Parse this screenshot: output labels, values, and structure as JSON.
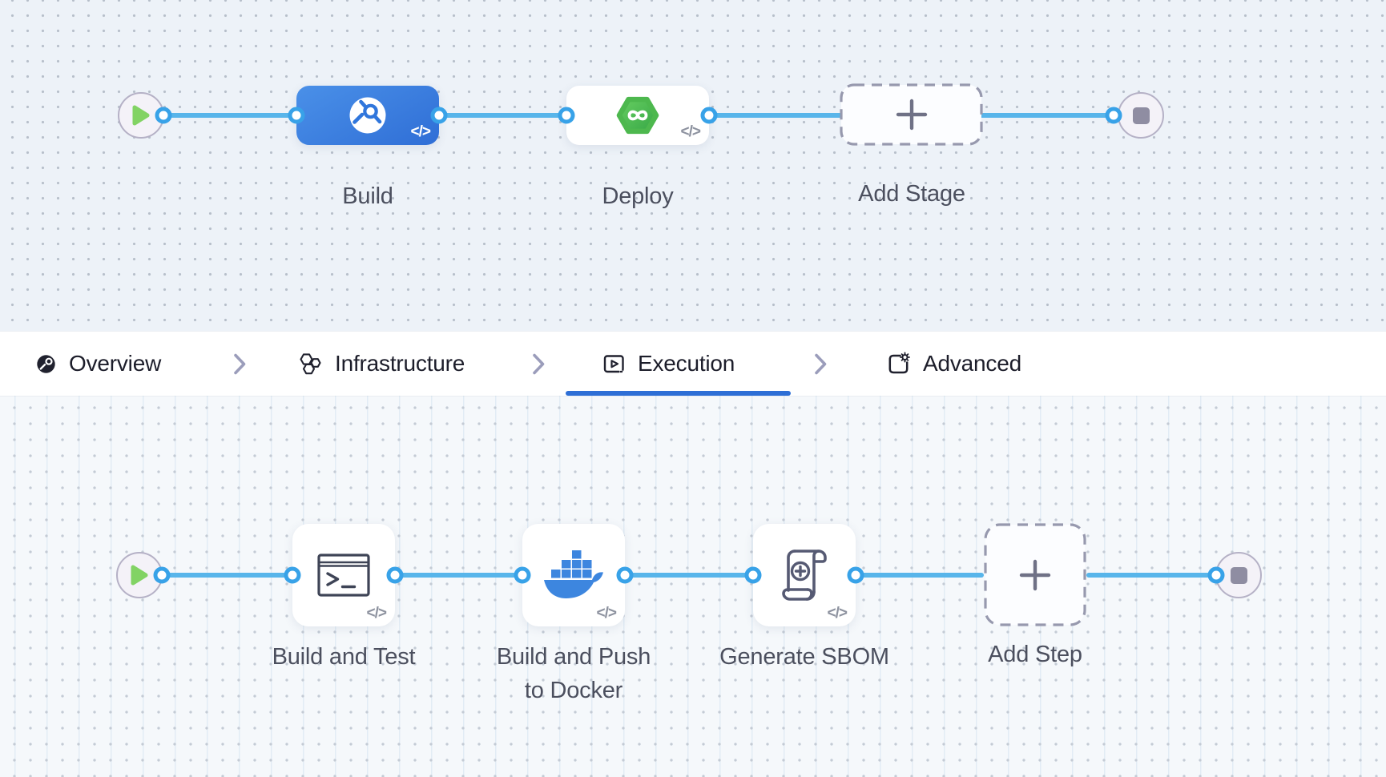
{
  "stage_canvas": {
    "stages": [
      {
        "label": "Build",
        "icon": "harness-ci-icon",
        "selected": true,
        "code_badge": "</>"
      },
      {
        "label": "Deploy",
        "icon": "harness-cd-icon",
        "selected": false,
        "code_badge": "</>"
      },
      {
        "label": "Add Stage",
        "icon": "plus-icon",
        "selected": false
      }
    ],
    "start_node": "start",
    "end_node": "stop"
  },
  "tab_bar": {
    "separator": "chevron-right",
    "tabs": [
      {
        "label": "Overview",
        "icon": "overview-icon",
        "active": false
      },
      {
        "label": "Infrastructure",
        "icon": "infrastructure-icon",
        "active": false
      },
      {
        "label": "Execution",
        "icon": "execution-icon",
        "active": true
      },
      {
        "label": "Advanced",
        "icon": "advanced-icon",
        "active": false
      }
    ]
  },
  "execution_canvas": {
    "steps": [
      {
        "label": "Build and Test",
        "line1": "Build and Test",
        "line2": "",
        "icon": "terminal-icon",
        "code_badge": "</>"
      },
      {
        "label": "Build and Push to Docker",
        "line1": "Build and Push",
        "line2": "to Docker",
        "icon": "docker-icon",
        "code_badge": "</>"
      },
      {
        "label": "Generate SBOM",
        "line1": "Generate SBOM",
        "line2": "",
        "icon": "scroll-plus-icon",
        "code_badge": "</>"
      },
      {
        "label": "Add Step",
        "line1": "Add Step",
        "line2": "",
        "icon": "plus-icon"
      }
    ],
    "start_node": "start",
    "end_node": "stop"
  },
  "colors": {
    "selected_stage_gradient_start": "#4a90e8",
    "selected_stage_gradient_end": "#2f6ed6",
    "edge_blue": "#58b5ea",
    "port_ring_blue": "#38a2e8",
    "active_tab_underline": "#2e6fd6",
    "harness_cd_green": "#4cbb4f",
    "docker_blue": "#3d86df",
    "start_play_green": "#82d364",
    "stop_gray": "#8f8da2",
    "canvas_top_bg": "#edf2f8",
    "canvas_bottom_bg": "#f5f8fb"
  }
}
